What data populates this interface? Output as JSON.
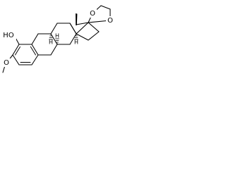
{
  "labels": {
    "ho": "HO",
    "o_methoxy": "O",
    "o_ketal_top": "O",
    "o_ketal_right": "O",
    "h8": "H",
    "h9": "H",
    "h14": "H"
  },
  "colors": {
    "bond": "#000000",
    "background": "#ffffff"
  }
}
